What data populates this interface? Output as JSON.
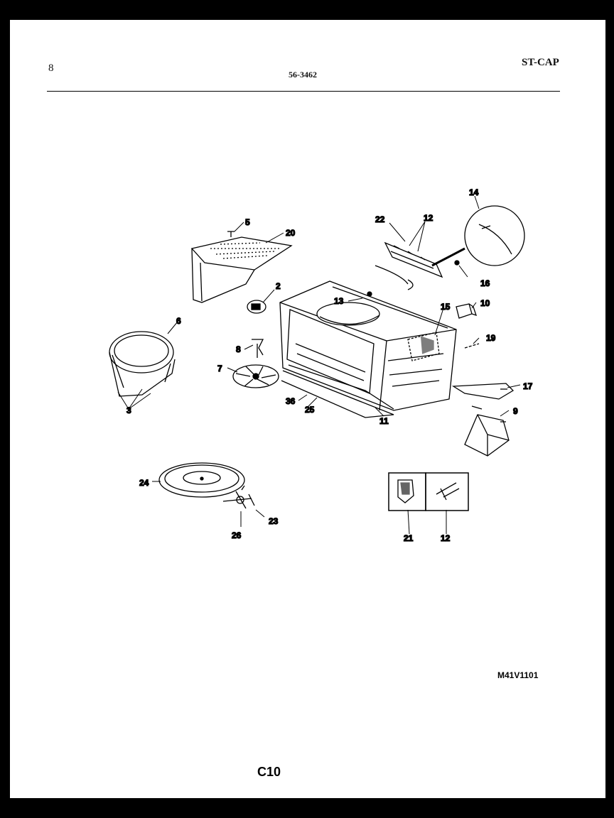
{
  "header": {
    "page_number": "8",
    "part_number": "56-3462",
    "code": "ST-CAP"
  },
  "callouts": [
    {
      "id": "c5",
      "label": "5"
    },
    {
      "id": "c20",
      "label": "20"
    },
    {
      "id": "c2",
      "label": "2"
    },
    {
      "id": "c6",
      "label": "6"
    },
    {
      "id": "c3",
      "label": "3"
    },
    {
      "id": "c8",
      "label": "8"
    },
    {
      "id": "c7",
      "label": "7"
    },
    {
      "id": "c36",
      "label": "36"
    },
    {
      "id": "c25",
      "label": "25"
    },
    {
      "id": "c11",
      "label": "11"
    },
    {
      "id": "c13",
      "label": "13"
    },
    {
      "id": "c15",
      "label": "15"
    },
    {
      "id": "c22",
      "label": "22"
    },
    {
      "id": "c12a",
      "label": "12"
    },
    {
      "id": "c14",
      "label": "14"
    },
    {
      "id": "c16",
      "label": "16"
    },
    {
      "id": "c10",
      "label": "10"
    },
    {
      "id": "c19",
      "label": "19"
    },
    {
      "id": "c17",
      "label": "17"
    },
    {
      "id": "c9",
      "label": "9"
    },
    {
      "id": "c24",
      "label": "24"
    },
    {
      "id": "c23",
      "label": "23"
    },
    {
      "id": "c26",
      "label": "26"
    },
    {
      "id": "c21",
      "label": "21"
    },
    {
      "id": "c12b",
      "label": "12"
    }
  ],
  "footer": {
    "model": "M41V1101",
    "page_code": "C10"
  }
}
